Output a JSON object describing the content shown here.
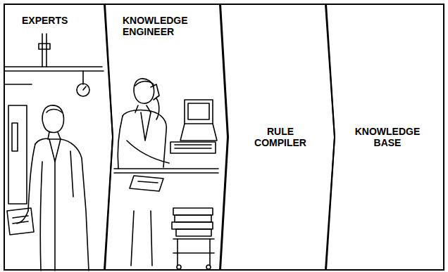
{
  "diagram": {
    "nodes": [
      {
        "text": [
          "EXPERTS"
        ]
      },
      {
        "text": [
          "KNOWLEDGE ENGINEER"
        ]
      },
      {
        "text": [
          "RULE COMPILER"
        ]
      },
      {
        "text": [
          "KNOWLEDGE BASE"
        ]
      }
    ]
  }
}
